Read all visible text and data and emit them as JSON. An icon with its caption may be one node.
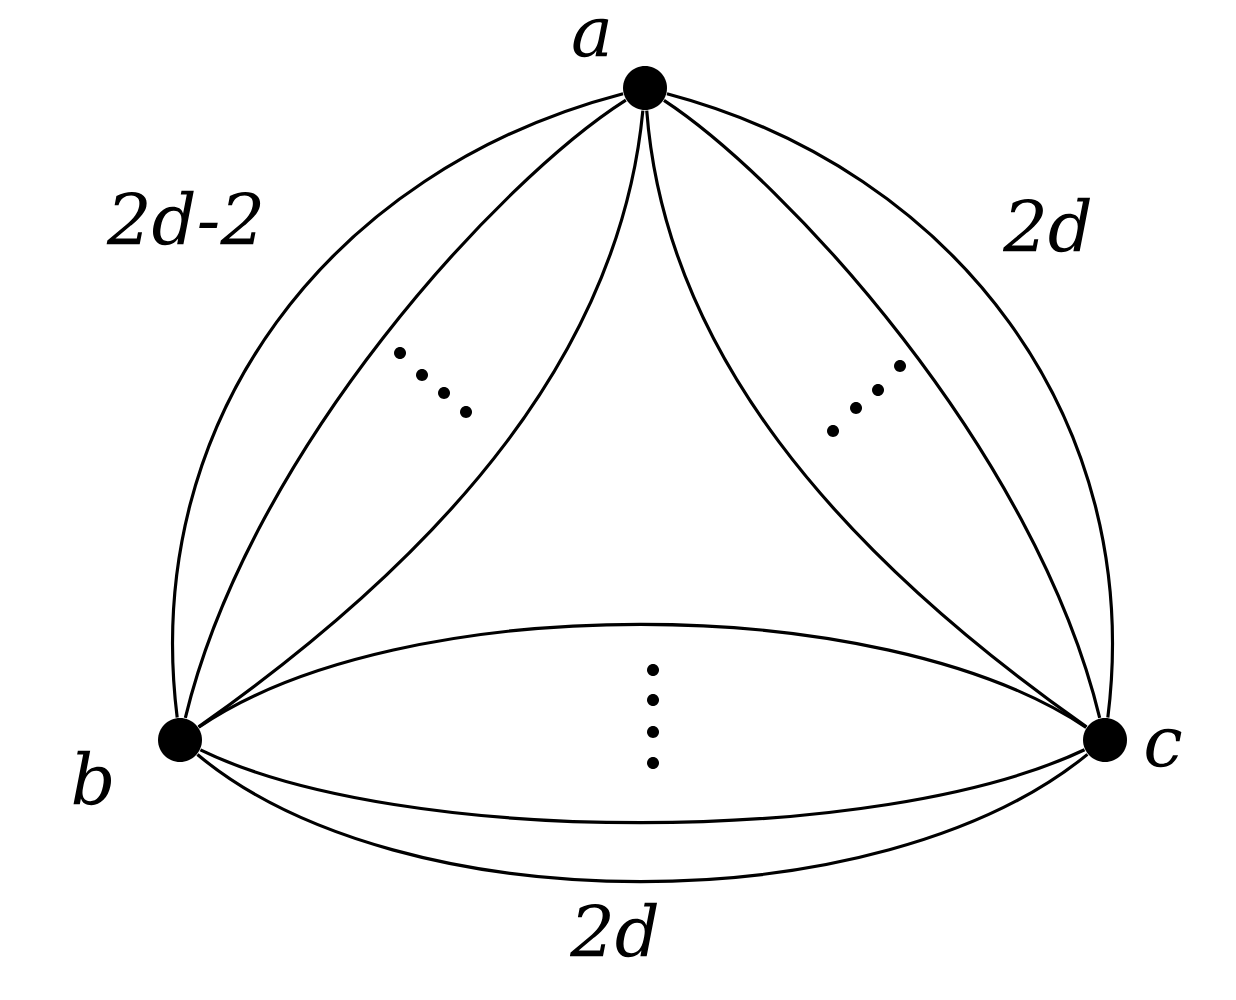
{
  "diagram": {
    "nodes": [
      {
        "text": [],
        "shape": "circle",
        "beside": [
          "a"
        ]
      },
      {
        "text": [],
        "shape": "circle",
        "beside": [
          "b"
        ]
      },
      {
        "text": [],
        "shape": "circle",
        "beside": [
          "c"
        ]
      }
    ],
    "edges": [
      {
        "from": 0,
        "to": 1,
        "arrow": "none",
        "label": "2d-2"
      },
      {
        "from": 0,
        "to": 1,
        "arrow": "none"
      },
      {
        "from": 0,
        "to": 1,
        "arrow": "none"
      },
      {
        "from": 0,
        "to": 2,
        "arrow": "none",
        "label": "2d"
      },
      {
        "from": 0,
        "to": 2,
        "arrow": "none"
      },
      {
        "from": 0,
        "to": 2,
        "arrow": "none"
      },
      {
        "from": 1,
        "to": 2,
        "arrow": "none"
      },
      {
        "from": 1,
        "to": 2,
        "arrow": "none"
      },
      {
        "from": 1,
        "to": 2,
        "arrow": "none",
        "label": "2d"
      }
    ]
  }
}
